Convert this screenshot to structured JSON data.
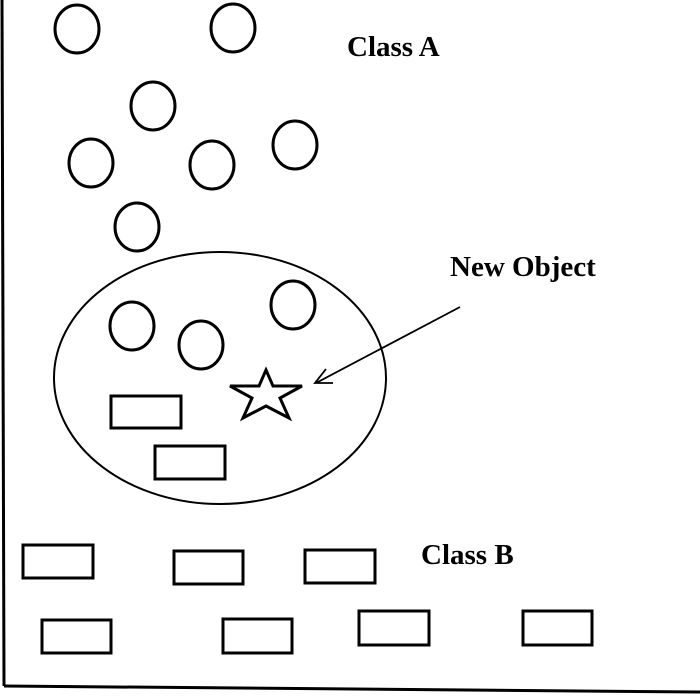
{
  "labels": {
    "class_a": "Class A",
    "class_b": "Class B",
    "new_object": "New Object"
  },
  "colors": {
    "stroke": "#000000",
    "background": "#ffffff"
  },
  "legend_meaning": {
    "circle": "Class A member",
    "rectangle": "Class B member",
    "star": "New Object"
  }
}
